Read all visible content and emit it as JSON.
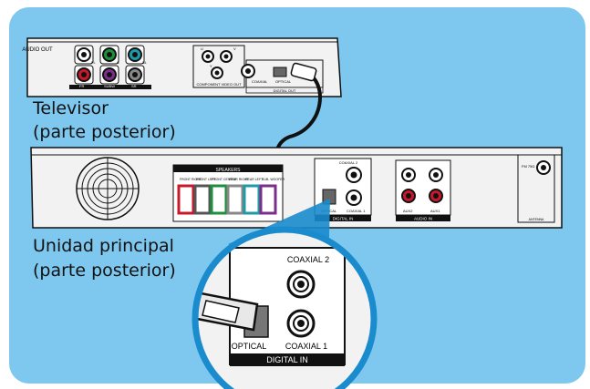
{
  "tv": {
    "label_line1": "Televisor",
    "label_line2": "(parte posterior)",
    "audio_out": "AUDIO\nOUT",
    "jack_labels": [
      "FL",
      "FR",
      "C",
      "SUBW",
      "SL",
      "SR"
    ],
    "component_labels": [
      "U",
      "V",
      "Y"
    ],
    "component_caption": "COMPONENT\nVIDEO OUT",
    "coaxial": "COAXIAL",
    "optical": "OPTICAL",
    "digital_out": "DIGITAL OUT"
  },
  "unit": {
    "label_line1": "Unidad principal",
    "label_line2": "(parte posterior)",
    "speakers_title": "SPEAKERS",
    "speaker_labels": [
      "FRONT\nRIGHT",
      "FRONT\nLEFT",
      "FRONT\nCENTER",
      "REAR\nRIGHT",
      "REAR\nLEFT",
      "SUB-\nWOOFER"
    ],
    "coaxial2": "COAXIAL 2",
    "coaxial1": "COAXIAL 1",
    "optical": "OPTICAL",
    "digital_in": "DIGITAL IN",
    "aux2": "AUX2",
    "aux1": "AUX1",
    "audio_in": "AUDIO IN",
    "fm": "FM\n75Ω",
    "antenna": "ANTENNA"
  },
  "zoom": {
    "coaxial2": "COAXIAL 2",
    "coaxial1": "COAXIAL 1",
    "optical": "OPTICAL",
    "digital_in": "DIGITAL IN"
  },
  "colors": {
    "background": "#7ec8ef",
    "panel": "#f2f2f2",
    "outline": "#111111",
    "zoom_ring": "#1a8bcc",
    "jack_green": "#1e8f3e",
    "jack_red": "#c8182a",
    "jack_teal": "#1f9aa6",
    "jack_purple": "#7b2f8a"
  }
}
